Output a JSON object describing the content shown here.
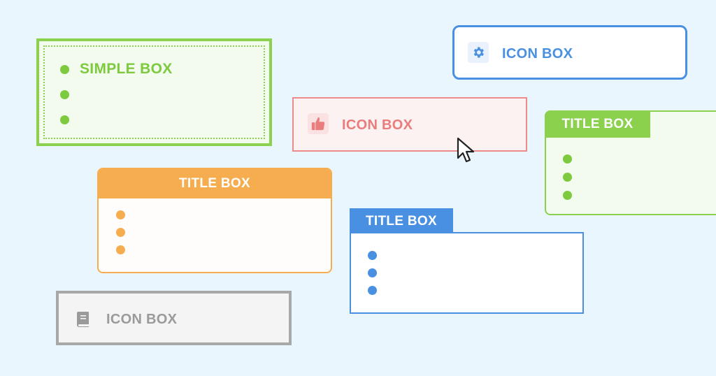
{
  "simple_box": {
    "title": "SIMPLE BOX",
    "color": "#8cd14e",
    "bullet_count": 3
  },
  "icon_boxes": {
    "blue": {
      "label": "ICON BOX",
      "icon": "gear-icon",
      "color": "#4a90e2"
    },
    "red": {
      "label": "ICON BOX",
      "icon": "thumbs-up-icon",
      "color": "#ef8a8a"
    },
    "gray": {
      "label": "ICON BOX",
      "icon": "book-icon",
      "color": "#a8a8a8"
    }
  },
  "title_boxes": {
    "green": {
      "title": "TITLE BOX",
      "color": "#8cd14e",
      "bullet_count": 3
    },
    "orange": {
      "title": "TITLE BOX",
      "color": "#f5ad4f",
      "bullet_count": 3
    },
    "blue": {
      "title": "TITLE BOX",
      "color": "#4a90e2",
      "bullet_count": 3
    }
  },
  "cursor": {
    "icon": "mouse-pointer-icon"
  }
}
